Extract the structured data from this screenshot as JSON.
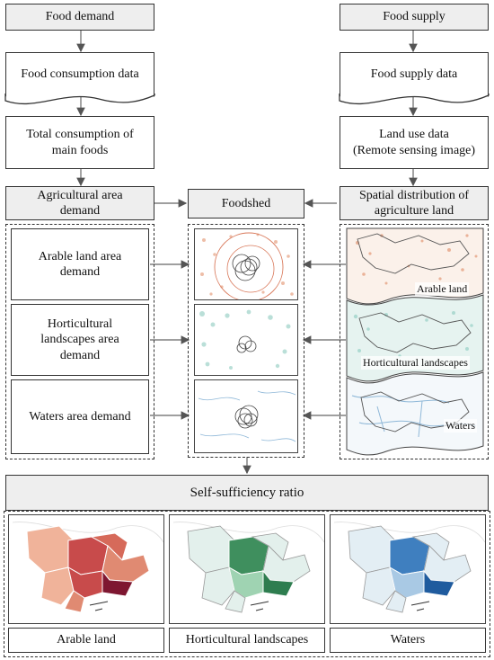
{
  "left_column": {
    "food_demand": "Food demand",
    "food_consumption_data": "Food consumption data",
    "total_consumption": "Total consumption of\nmain foods",
    "agricultural_area_demand": "Agricultural area\ndemand",
    "arable_land_area_demand": "Arable land area\ndemand",
    "horticultural_area_demand": "Horticultural\nlandscapes area\ndemand",
    "waters_area_demand": "Waters area demand"
  },
  "right_column": {
    "food_supply": "Food supply",
    "food_supply_data": "Food supply data",
    "land_use_data": "Land use data\n(Remote sensing image)",
    "spatial_distribution": "Spatial distribution of\nagriculture land",
    "map_labels": {
      "arable": "Arable land",
      "horticultural": "Horticultural landscapes",
      "waters": "Waters"
    }
  },
  "center": {
    "foodshed": "Foodshed"
  },
  "bottom": {
    "self_sufficiency_ratio": "Self-sufficiency ratio",
    "captions": {
      "arable": "Arable land",
      "horticultural": "Horticultural landscapes",
      "waters": "Waters"
    }
  },
  "colors": {
    "arable": "#e8a88a",
    "horticultural": "#a9d8cf",
    "waters": "#8fb8d8",
    "arable_dark": "#7e1731",
    "horticultural_dark": "#2e7d4f",
    "waters_dark": "#1f5b9e"
  }
}
